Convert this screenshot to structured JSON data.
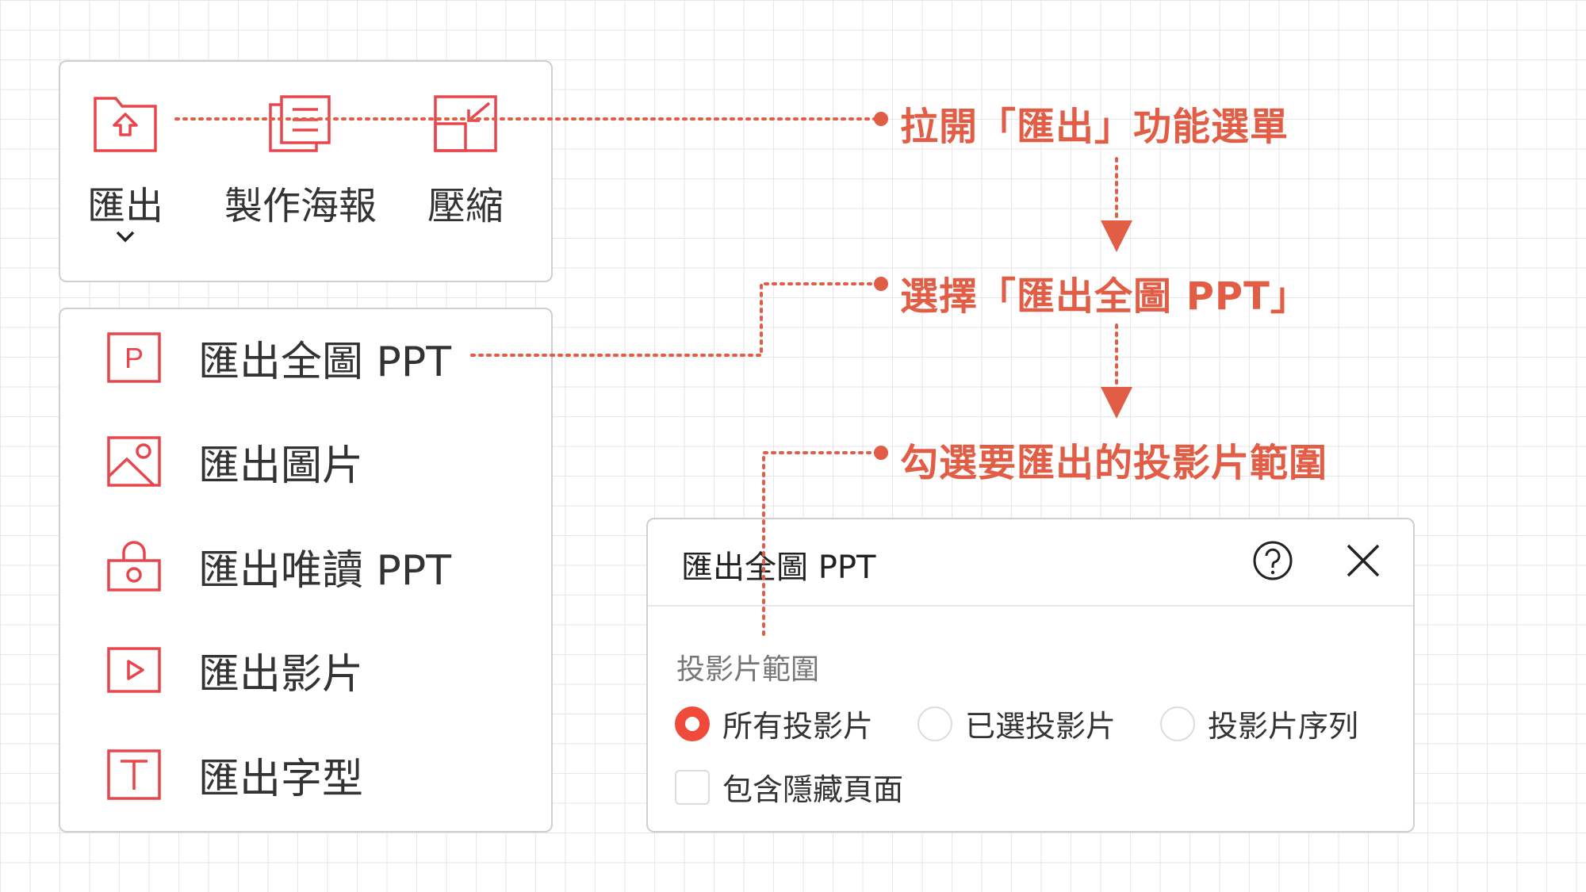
{
  "toolbar": {
    "items": [
      {
        "label": "匯出",
        "icon": "folder-export-icon",
        "has_dropdown": true
      },
      {
        "label": "製作海報",
        "icon": "poster-icon"
      },
      {
        "label": "壓縮",
        "icon": "compress-icon"
      }
    ]
  },
  "export_menu": {
    "items": [
      {
        "label": "匯出全圖 PPT",
        "icon": "ppt-letter-icon"
      },
      {
        "label": "匯出圖片",
        "icon": "image-icon"
      },
      {
        "label": "匯出唯讀 PPT",
        "icon": "lock-icon"
      },
      {
        "label": "匯出影片",
        "icon": "video-play-icon"
      },
      {
        "label": "匯出字型",
        "icon": "text-font-icon"
      }
    ]
  },
  "dialog": {
    "title": "匯出全圖 PPT",
    "section_label": "投影片範圍",
    "range_options": [
      {
        "label": "所有投影片",
        "selected": true
      },
      {
        "label": "已選投影片",
        "selected": false
      },
      {
        "label": "投影片序列",
        "selected": false
      }
    ],
    "include_hidden_label": "包含隱藏頁面",
    "include_hidden_checked": false
  },
  "annotations": {
    "step1": "拉開「匯出」功能選單",
    "step2": "選擇「匯出全圖 PPT」",
    "step3": "勾選要匯出的投影片範圍"
  },
  "colors": {
    "accent": "#e25d46",
    "icon_red": "#e8454c",
    "radio_selected": "#f04a3a"
  }
}
